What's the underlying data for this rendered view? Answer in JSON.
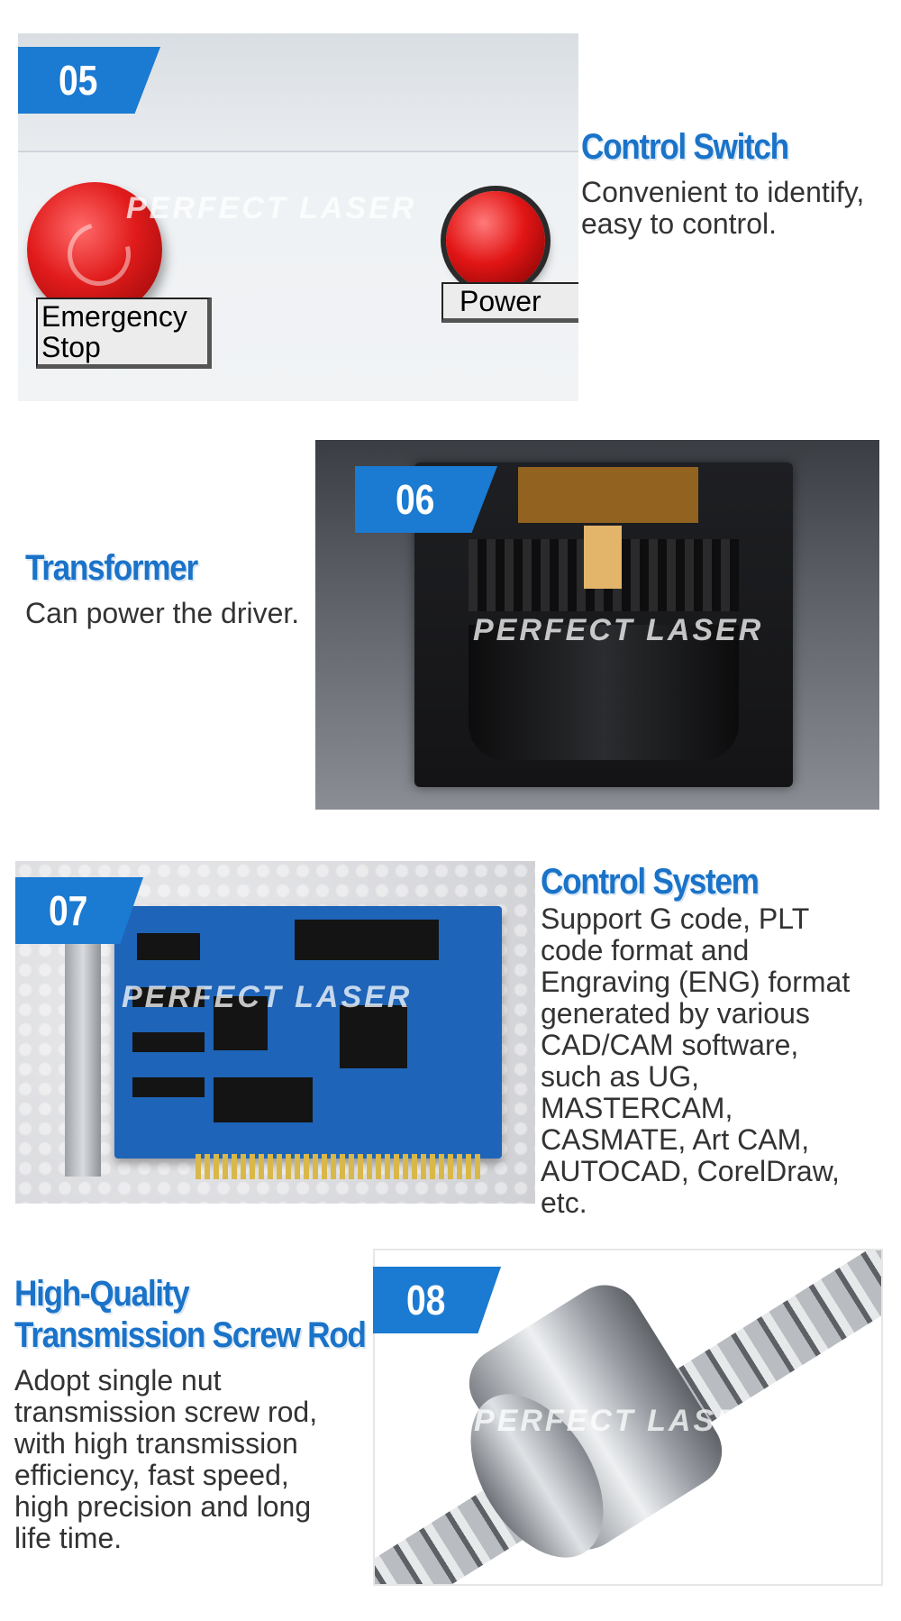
{
  "watermark": "PERFECT LASER",
  "features": [
    {
      "number": "05",
      "title": "Control Switch",
      "description": [
        "Convenient to identify,",
        "easy to control."
      ],
      "labels": {
        "emergency": [
          "Emergency",
          "Stop"
        ],
        "power": "Power"
      }
    },
    {
      "number": "06",
      "title": "Transformer",
      "description": [
        "Can power the driver."
      ]
    },
    {
      "number": "07",
      "title": "Control System",
      "description": [
        "Support G code, PLT",
        "code format and",
        "Engraving (ENG) format",
        "generated by various",
        "CAD/CAM software,",
        "such as UG,",
        "MASTERCAM,",
        "CASMATE, Art CAM,",
        "AUTOCAD, CorelDraw,",
        "etc."
      ]
    },
    {
      "number": "08",
      "title": [
        "High-Quality",
        "Transmission Screw Rod"
      ],
      "description": [
        "Adopt single nut",
        "transmission screw rod,",
        "with high transmission",
        "efficiency, fast speed,",
        "high precision and long",
        "life time."
      ]
    }
  ],
  "colors": {
    "accent": "#1b7ad1",
    "heading": "#1a73c9",
    "text": "#333333"
  }
}
